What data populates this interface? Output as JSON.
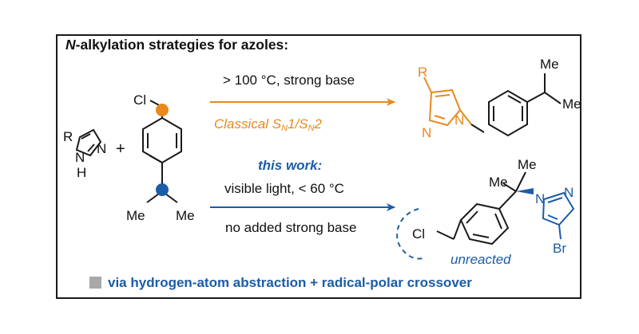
{
  "heading": {
    "n_prefix": "N",
    "rest": "-alkylation strategies for azoles:"
  },
  "conditions": {
    "top": "> 100 °C, strong base",
    "classical_prefix": "Classical S",
    "classical_sub1": "N",
    "classical_mid": "1/S",
    "classical_sub2": "N",
    "classical_suffix": "2",
    "this_work": "this work:",
    "light": "visible light, < 60 °C",
    "no_base": "no added strong base"
  },
  "atoms": {
    "r": "R",
    "n": "N",
    "h": "H",
    "plus": "+",
    "cl": "Cl",
    "me": "Me",
    "br": "Br"
  },
  "unreacted": "unreacted",
  "footer": "via hydrogen-atom abstraction + radical-polar crossover",
  "colors": {
    "orange": "#E8891C",
    "blue": "#1C5CA6",
    "dark": "#1a1a1a",
    "gray": "#a9a9a9"
  }
}
